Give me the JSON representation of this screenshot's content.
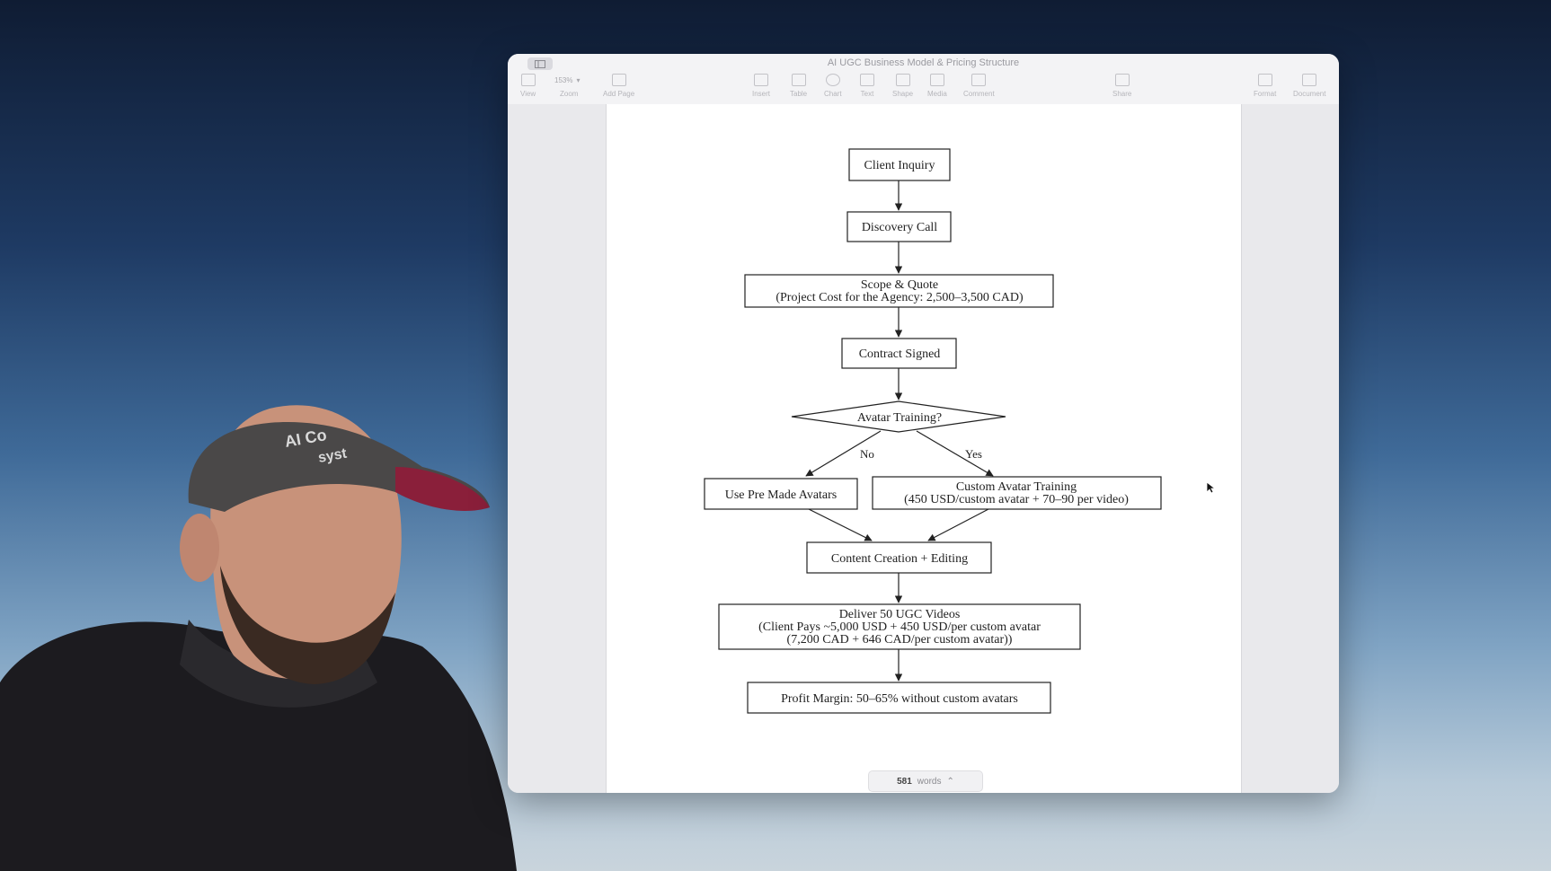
{
  "window": {
    "title": "AI UGC Business Model & Pricing Structure"
  },
  "toolbar": {
    "zoom_value": "153%",
    "items": [
      {
        "label": "View",
        "icon": "sidebar-icon"
      },
      {
        "label": "Zoom",
        "icon": "zoom-icon"
      },
      {
        "label": "Add Page",
        "icon": "add-page-icon"
      },
      {
        "label": "Insert",
        "icon": "insert-icon"
      },
      {
        "label": "Table",
        "icon": "table-icon"
      },
      {
        "label": "Chart",
        "icon": "chart-icon"
      },
      {
        "label": "Text",
        "icon": "text-icon"
      },
      {
        "label": "Shape",
        "icon": "shape-icon"
      },
      {
        "label": "Media",
        "icon": "media-icon"
      },
      {
        "label": "Comment",
        "icon": "comment-icon"
      },
      {
        "label": "Share",
        "icon": "share-icon"
      },
      {
        "label": "Format",
        "icon": "format-icon"
      },
      {
        "label": "Document",
        "icon": "document-icon"
      }
    ]
  },
  "flowchart": {
    "nodes": {
      "client_inquiry": "Client Inquiry",
      "discovery_call": "Discovery Call",
      "scope_line1": "Scope & Quote",
      "scope_line2": "(Project Cost for the Agency: 2,500–3,500 CAD)",
      "contract_signed": "Contract Signed",
      "avatar_training": "Avatar Training?",
      "pre_made": "Use Pre Made Avatars",
      "custom_line1": "Custom Avatar Training",
      "custom_line2": "(450 USD/custom avatar + 70–90 per video)",
      "content_creation": "Content Creation + Editing",
      "deliver_line1": "Deliver 50 UGC Videos",
      "deliver_line2": "(Client Pays ~5,000 USD + 450 USD/per custom avatar",
      "deliver_line3": "(7,200 CAD + 646 CAD/per custom avatar))",
      "profit_margin": "Profit Margin: 50–65% without custom avatars"
    },
    "edge_labels": {
      "no": "No",
      "yes": "Yes"
    }
  },
  "status": {
    "word_count": "581",
    "word_label": "words"
  },
  "colors": {
    "window_bg": "#ececee",
    "page_bg": "#ffffff",
    "stroke": "#333333"
  }
}
